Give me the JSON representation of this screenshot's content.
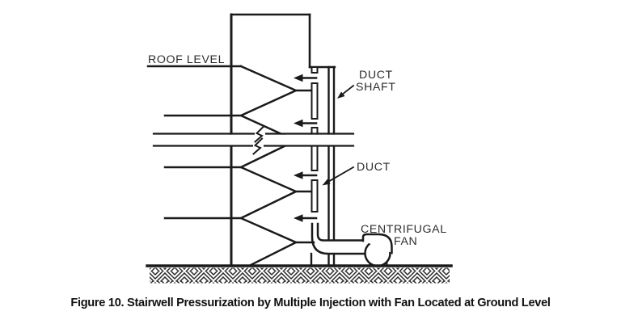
{
  "figure": {
    "caption": "Figure 10. Stairwell Pressurization by Multiple Injection with Fan Located at Ground Level",
    "labels": {
      "roof_level": "ROOF LEVEL",
      "duct_shaft_line1": "DUCT",
      "duct_shaft_line2": "SHAFT",
      "duct": "DUCT",
      "fan_line1": "CENTRIFUGAL",
      "fan_line2": "FAN"
    },
    "colors": {
      "ink": "#1a1a1a",
      "label_text": "#2d2d2d",
      "caption_text": "#111111",
      "background": "#ffffff"
    }
  }
}
